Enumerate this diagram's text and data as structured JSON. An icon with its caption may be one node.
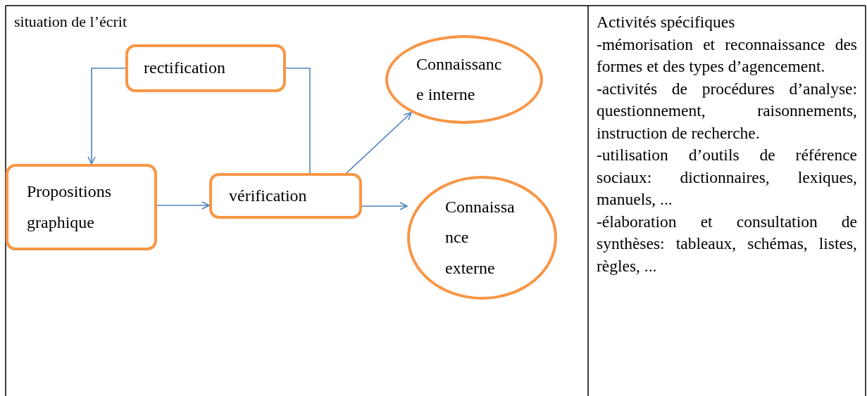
{
  "diagram": {
    "nodes": [
      {
        "text": [
          "rectification"
        ]
      },
      {
        "text": [
          "Connaissanc e interne"
        ]
      },
      {
        "text": [
          "Propositions graphique"
        ]
      },
      {
        "text": [
          "vérification"
        ]
      },
      {
        "text": [
          "Connaissa nce externe"
        ]
      }
    ],
    "edges": [
      {
        "from": 3,
        "to": 0,
        "arrow": "none"
      },
      {
        "from": 0,
        "to": 2,
        "arrow": "to"
      },
      {
        "from": 2,
        "to": 3,
        "arrow": "to"
      },
      {
        "from": 3,
        "to": 1,
        "arrow": "to"
      },
      {
        "from": 3,
        "to": 4,
        "arrow": "to"
      }
    ],
    "labels": [
      "situation de l’écrit",
      "Activités spécifiques",
      "-mémorisation et reconnaissance des formes et des types d’agencement.",
      "-activités de procédures d’analyse: questionnement, raisonnements, instruction de recherche.",
      "-utilisation d’outils de référence sociaux: dictionnaires, lexiques, manuels, ...",
      "-élaboration et consultation de synthèses: tableaux, schémas, listes, règles, ..."
    ]
  }
}
